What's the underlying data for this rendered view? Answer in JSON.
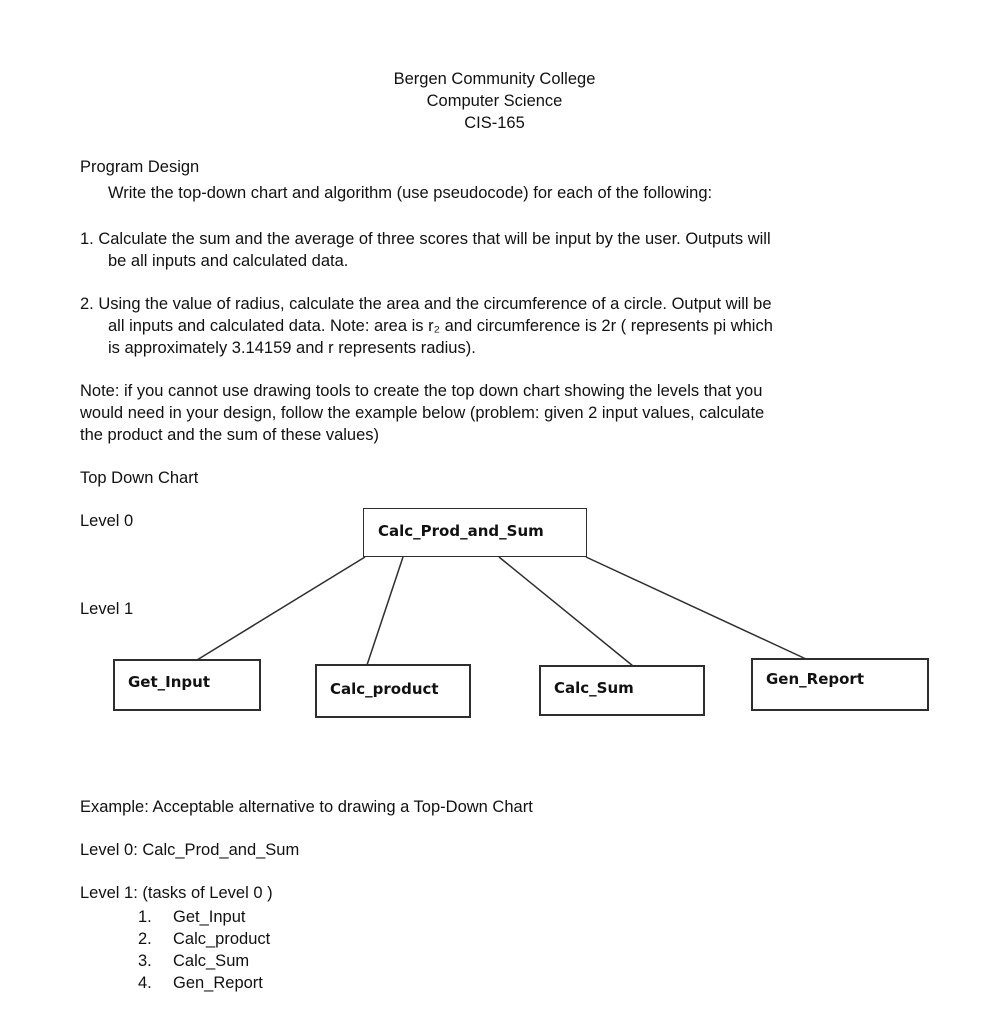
{
  "header": {
    "lines": [
      "Bergen Community College",
      "Computer Science",
      "CIS-165"
    ]
  },
  "assignment": {
    "section_title": "Program Design",
    "instruction": "Write the top-down chart and algorithm (use pseudocode) for each of the following:",
    "problem1": {
      "lines": [
        "1. Calculate the sum and the average of three scores that will be input by the user. Outputs will",
        "be all inputs and calculated data."
      ]
    },
    "problem2": {
      "lines": [
        "2. Using the value of radius, calculate the area and the circumference of a circle. Output will be",
        "all inputs and calculated data. Note: area is r₂ and circumference is 2r ( represents pi which",
        "is approximately 3.14159 and r represents radius)."
      ]
    },
    "note": {
      "lines": [
        "Note: if you cannot use drawing tools to create the top down chart showing the levels that you",
        "would need in your design, follow the example below (problem: given 2 input values, calculate",
        "the product and the sum of these values)"
      ]
    }
  },
  "diagram": {
    "title": "Top Down Chart",
    "level0_label": "Level 0",
    "level1_label": "Level 1",
    "root_box": "Calc_Prod_and_Sum",
    "child_boxes": [
      "Get_Input",
      "Calc_product",
      "Calc_Sum",
      "Gen_Report"
    ]
  },
  "example": {
    "title": "Example: Acceptable alternative to drawing a Top-Down Chart",
    "level0_line": "Level 0: Calc_Prod_and_Sum",
    "level1_line": "Level 1: (tasks of Level 0 )",
    "tasks": [
      {
        "num": "1.",
        "label": "Get_Input"
      },
      {
        "num": "2.",
        "label": "Calc_product"
      },
      {
        "num": "3.",
        "label": "Calc_Sum"
      },
      {
        "num": "4.",
        "label": "Gen_Report"
      }
    ]
  },
  "colors": {
    "text": "#111111",
    "box_border": "#2e2e2e",
    "background": "#ffffff"
  }
}
